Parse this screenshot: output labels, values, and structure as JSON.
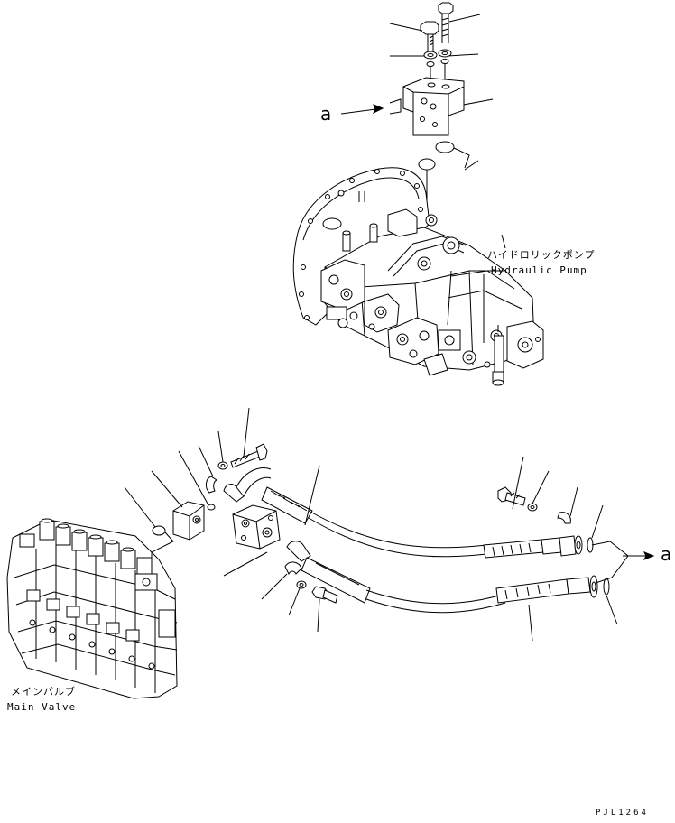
{
  "callouts": {
    "pump_jp": "ハイドロリックポンプ",
    "pump_en": "Hydraulic Pump",
    "valve_jp": "メインバルブ",
    "valve_en": "Main Valve"
  },
  "references": {
    "upper_a": "a",
    "right_a": "a"
  },
  "drawing_code": "PJL1264"
}
